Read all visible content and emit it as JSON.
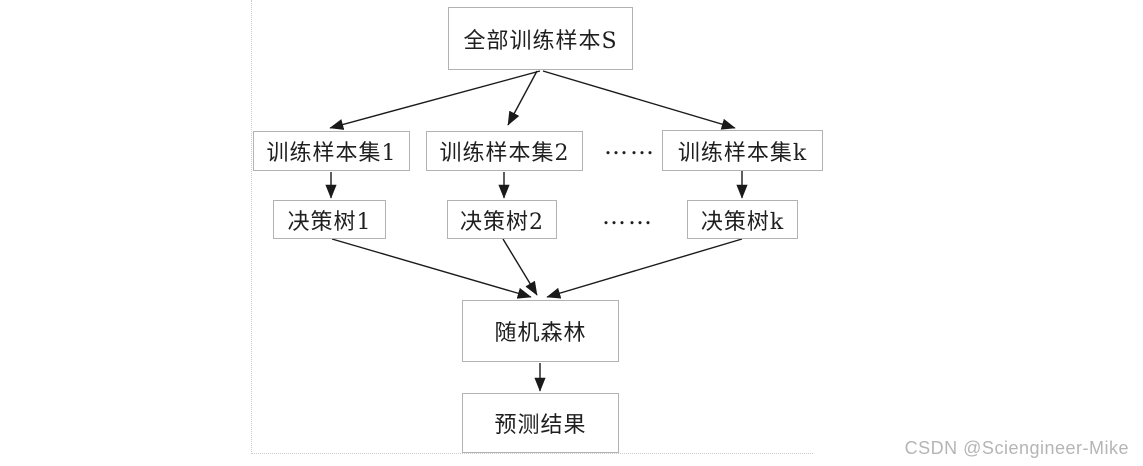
{
  "diagram": {
    "nodes": {
      "root": {
        "label": "全部训练样本S"
      },
      "set1": {
        "label": "训练样本集1"
      },
      "set2": {
        "label": "训练样本集2"
      },
      "setk": {
        "label": "训练样本集k"
      },
      "tree1": {
        "label": "决策树1"
      },
      "tree2": {
        "label": "决策树2"
      },
      "treek": {
        "label": "决策树k"
      },
      "forest": {
        "label": "随机森林"
      },
      "result": {
        "label": "预测结果"
      }
    },
    "ellipsis_row_sets": "……",
    "ellipsis_row_trees": "……"
  },
  "watermark": {
    "text": "CSDN @Sciengineer-Mike"
  },
  "colors": {
    "box_border": "#b2b2b2",
    "line": "#1a1a1a",
    "text": "#1f1f1f",
    "canvas_border": "#cccccc",
    "watermark": "#b5b5b5",
    "bg": "#ffffff"
  }
}
